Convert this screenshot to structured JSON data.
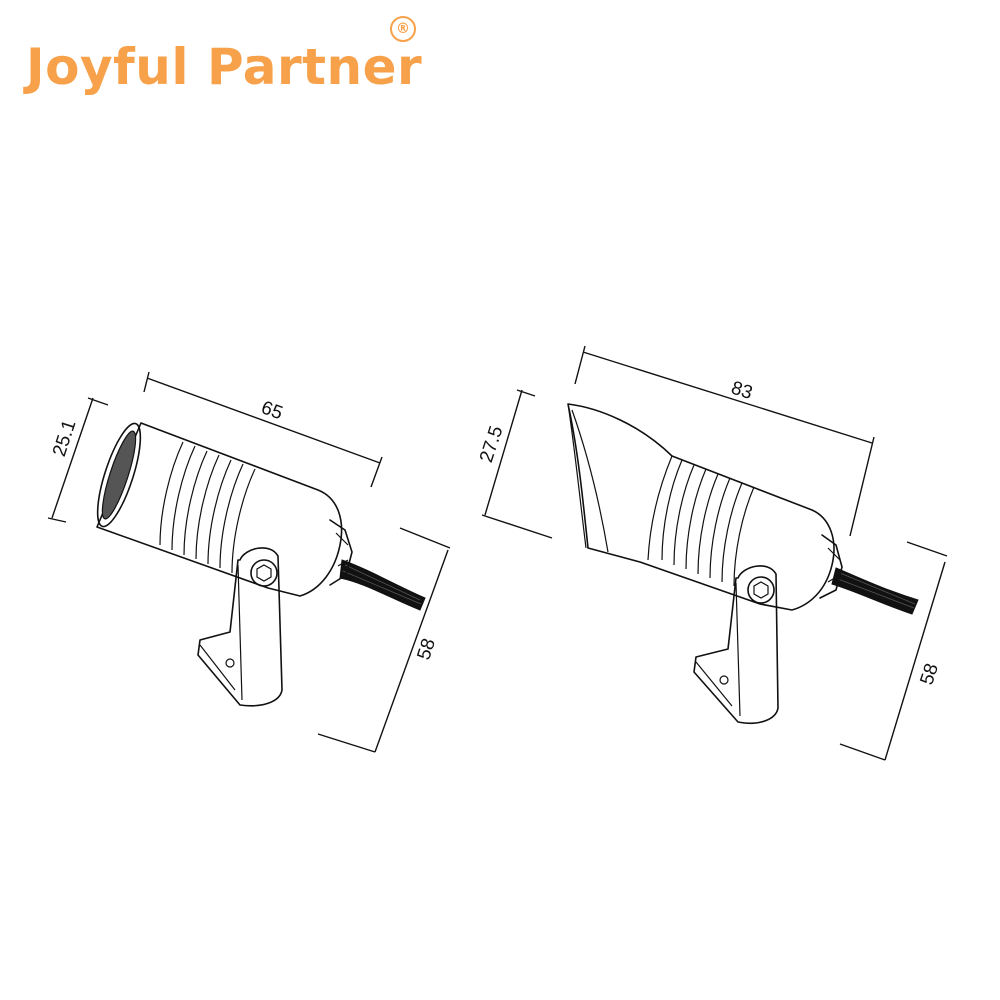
{
  "brand": {
    "name": "Joyful Partner",
    "registered_mark": "®",
    "color": "#f7a14a"
  },
  "drawings": [
    {
      "dimensions": {
        "length": "65",
        "diameter": "25.1",
        "height": "58"
      }
    },
    {
      "dimensions": {
        "length": "83",
        "diameter": "27.5",
        "height": "58"
      }
    }
  ]
}
